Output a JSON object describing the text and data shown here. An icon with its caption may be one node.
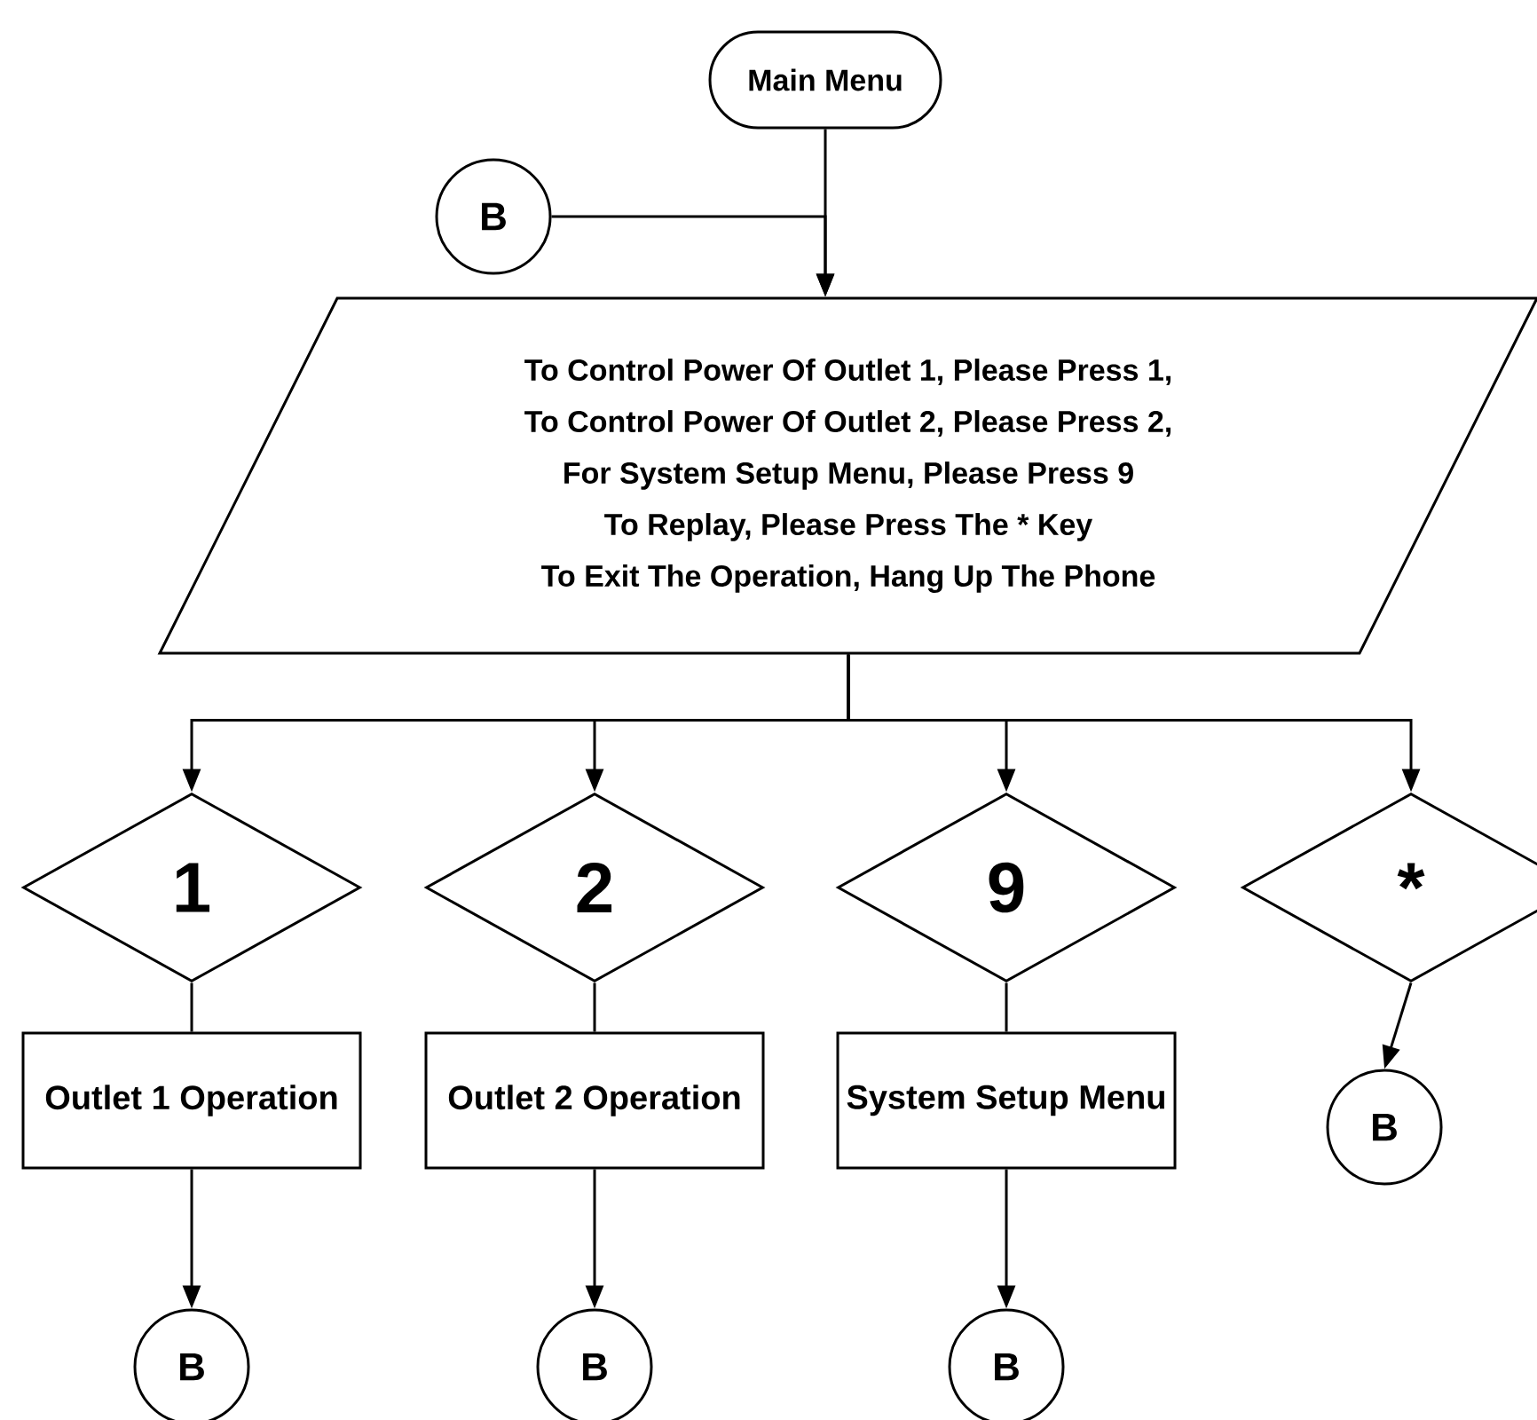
{
  "diagram": {
    "nodes": [
      {
        "text": [
          "Main Menu"
        ]
      },
      {
        "text": [
          "B"
        ]
      },
      {
        "text": [
          "To Control Power Of Outlet 1, Please Press 1,",
          "To Control Power Of Outlet 2, Please Press 2,",
          "For System Setup Menu, Please Press 9",
          "To Replay, Please Press The * Key",
          "To Exit The Operation, Hang Up The Phone"
        ]
      },
      {
        "text": [
          "1"
        ]
      },
      {
        "text": [
          "2"
        ]
      },
      {
        "text": [
          "9"
        ]
      },
      {
        "text": [
          "*"
        ]
      },
      {
        "text": [
          "Outlet 1 Operation"
        ]
      },
      {
        "text": [
          "Outlet 2 Operation"
        ]
      },
      {
        "text": [
          "System Setup Menu"
        ]
      },
      {
        "text": [
          "B"
        ]
      },
      {
        "text": [
          "B"
        ]
      },
      {
        "text": [
          "B"
        ]
      },
      {
        "text": [
          "B"
        ]
      }
    ],
    "edges": [
      {
        "from": 0,
        "to": 2,
        "arrow": "to"
      },
      {
        "from": 1,
        "to": 2,
        "arrow": "to"
      },
      {
        "from": 2,
        "to": 3,
        "arrow": "to"
      },
      {
        "from": 2,
        "to": 4,
        "arrow": "to"
      },
      {
        "from": 2,
        "to": 5,
        "arrow": "to"
      },
      {
        "from": 2,
        "to": 6,
        "arrow": "to"
      },
      {
        "from": 3,
        "to": 7,
        "arrow": "none"
      },
      {
        "from": 4,
        "to": 8,
        "arrow": "none"
      },
      {
        "from": 5,
        "to": 9,
        "arrow": "none"
      },
      {
        "from": 6,
        "to": 10,
        "arrow": "to"
      },
      {
        "from": 7,
        "to": 11,
        "arrow": "to"
      },
      {
        "from": 8,
        "to": 12,
        "arrow": "to"
      },
      {
        "from": 9,
        "to": 13,
        "arrow": "to"
      }
    ]
  }
}
